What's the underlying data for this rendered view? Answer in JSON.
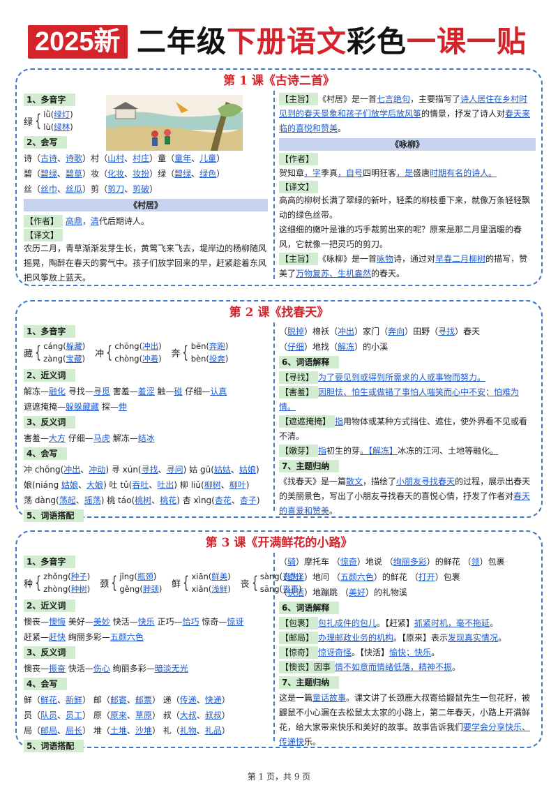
{
  "header": {
    "badge": "2025新",
    "t1": "二年级",
    "t2": "下册语文",
    "t3": "彩色",
    "t4": "一课一贴"
  },
  "l1": {
    "title": "第 1 课《古诗二首》",
    "h_poly": "1、多音字",
    "poly_char": "绿",
    "poly_r1": "lǜ(",
    "poly_w1": "绿灯",
    "poly_r2": "lù(",
    "poly_w2": "绿林",
    "h_write": "2、会写",
    "w1": [
      "诗（",
      "古诗",
      "、",
      "诗歌",
      "）村（",
      "山村",
      "、",
      "村庄",
      "）童（",
      "童年",
      "、",
      "儿童",
      "）"
    ],
    "w2": [
      "碧（",
      "碧绿",
      "、",
      "碧草",
      "）妆（",
      "化妆",
      "、",
      "妆扮",
      "）绿（",
      "碧绿",
      "、",
      "绿色",
      "）"
    ],
    "w3": [
      "丝（",
      "丝巾",
      "、",
      "丝瓜",
      "）剪（",
      "剪刀",
      "、",
      "剪破",
      "）"
    ],
    "sub1": "《村居》",
    "author_tag": "【作者】",
    "author_a": "高鼎",
    "author_b": "，",
    "author_c": "清",
    "author_d": "代后期诗人。",
    "yi_tag": "【译文】",
    "yi_text": "农历二月，青草渐渐发芽生长，黄莺飞来飞去，堤岸边的杨柳随风摇晃，陶醉在春天的雾气中。孩子们放学回来的早，赶紧趁着东风把风筝放上蓝天。",
    "r_zz_tag": "【主旨】",
    "r_zz": [
      "《村居》是一首",
      "七言绝句",
      "，主要描写了",
      "诗人居住在乡村时见到的春天景象和孩子们放学后放风筝",
      "的情景，抒发了诗人对",
      "春天来临的喜悦和赞美",
      "。"
    ],
    "sub2": "《咏柳》",
    "r_zz2_author_tag": "【作者】",
    "r_author": [
      "贺知章",
      "，字",
      "季真",
      "，自号",
      "四明狂客",
      "，是",
      "盛唐",
      "时期有名的诗人。"
    ],
    "r_yi_tag": "【译文】",
    "r_yi1": "高高的柳树长满了翠绿的新叶，轻柔的柳枝垂下来，就像万条轻轻飘动的绿色丝带。",
    "r_yi2": "这细细的嫩叶是谁的巧手裁剪出来的呢？原来是那二月里温暖的春风，它就像一把灵巧的剪刀。",
    "r_zz3_tag": "【主旨】",
    "r_zz3": [
      "《咏柳》是一首",
      "咏物",
      "诗，通过对",
      "早春二月柳树",
      "的描写，赞美了",
      "万物复苏、生机盎然",
      "的春天。"
    ]
  },
  "l2": {
    "title": "第 2 课《找春天》",
    "h1": "1、多音字",
    "p1": {
      "ch": "藏",
      "r1": "cáng(",
      "w1": "躲藏",
      "r2": "zàng(",
      "w2": "宝藏"
    },
    "p2": {
      "ch": "冲",
      "r1": "chōng(",
      "w1": "冲出",
      "r2": "chòng(",
      "w2": "冲着"
    },
    "p3": {
      "ch": "奔",
      "r1": "bēn(",
      "w1": "奔跑",
      "r2": "bèn(",
      "w2": "投奔"
    },
    "h2": "2、近义词",
    "syn1": [
      "解冻—",
      "融化",
      "  寻找—",
      "寻觅",
      "  害羞—",
      "羞涩",
      "  触—",
      "碰",
      "  仔细—",
      "认真"
    ],
    "syn2": [
      "遮遮掩掩—",
      "躲躲藏藏",
      "  探—",
      "伸"
    ],
    "h3": "3、反义词",
    "ant1": [
      "害羞—",
      "大方",
      "  仔细—",
      "马虎",
      "  解冻—",
      "结冰"
    ],
    "h4": "4、会写",
    "wr1": [
      "冲 chōng(",
      "冲出",
      "、",
      "冲动",
      ")  寻 xún(",
      "寻找",
      "、",
      "寻问",
      ")  姑 gū(",
      "姑姑",
      "、",
      "姑娘",
      ")"
    ],
    "wr2": [
      "娘(niáng ",
      "姑娘",
      "、",
      "大娘",
      ")  吐 tǔ(",
      "吞吐",
      "、",
      "吐出",
      ")  柳 liǔ(",
      "柳树",
      "、",
      "柳叶",
      ")"
    ],
    "wr3": [
      "荡 dàng(",
      "荡起",
      "、",
      "摇荡",
      ")  桃 táo(",
      "桃树",
      "、",
      "桃花",
      ")  杏 xìng(",
      "杏花",
      "、",
      "杏子",
      ")"
    ],
    "h5": "5、词语搭配",
    "r_c1": [
      "（",
      "脱掉",
      "）棉袄（",
      "冲出",
      "）家门（",
      "奔向",
      "）田野（",
      "寻找",
      "）春天"
    ],
    "r_c2": [
      "（",
      "仔细",
      "）地找（",
      "解冻",
      "）的小溪"
    ],
    "h6": "6、词语解释",
    "e1": [
      "【寻找】",
      "为了要见到或得到所需求的人或事物而努力。"
    ],
    "e2": [
      "【害羞】",
      "因胆怯、怕生或做错了事怕人嗤笑而心中不安；怕难为情。"
    ],
    "e3": [
      "【遮遮掩掩】",
      "指",
      "用物体或某种方式挡住、遮住，使外界看不见或看不清。"
    ],
    "e4": [
      "【嫩芽】",
      "指",
      "初生的芽",
      "。【解冻】",
      "冰冻的江河、土地等融化",
      "。"
    ],
    "h7": "7、主题归纳",
    "theme": [
      "《找春天》是一篇",
      "散文",
      "，描绘了",
      "小朋友寻找春天",
      "的过程，展示出春天的美丽景色，写出了小朋友寻找春天的喜悦心情，抒发了作者对",
      "春天的喜爱和赞美",
      "。"
    ]
  },
  "l3": {
    "title": "第 3 课《开满鲜花的小路》",
    "h1": "1、多音字",
    "p1": {
      "ch": "种",
      "r1": "zhǒng(",
      "w1": "种子",
      "r2": "zhòng(",
      "w2": "种树"
    },
    "p2": {
      "ch": "颈",
      "r1": "jǐng(",
      "w1": "瓶颈",
      "r2": "gěng(",
      "w2": "脖颈"
    },
    "p3": {
      "ch": "鲜",
      "r1": "xiān(",
      "w1": "鲜美",
      "r2": "xiǎn(",
      "w2": "浅鲜"
    },
    "p4": {
      "ch": "丧",
      "r1": "sàng(",
      "w1": "丧失",
      "r2": "sāng(",
      "w2": "丧事"
    },
    "h2": "2、近义词",
    "syn1": [
      "懊丧—",
      "懊悔",
      "  美好—",
      "美妙",
      "  快活—",
      "快乐",
      "  正巧—",
      "恰巧",
      "  惊奇—",
      "惊讶"
    ],
    "syn2": [
      "赶紧—",
      "赶快",
      "  绚丽多彩—",
      "五颜六色"
    ],
    "h3": "3、反义词",
    "ant1": [
      "懊丧—",
      "振奋",
      "  快活—",
      "伤心",
      "  绚丽多彩—",
      "暗淡无光"
    ],
    "h4": "4、会写",
    "wr1": [
      "鲜（",
      "鲜花",
      "、",
      "新鲜",
      "）   邮（",
      "邮寄",
      "、",
      "邮票",
      "）   递（",
      "传递",
      "、",
      "快递",
      "）"
    ],
    "wr2": [
      "员（",
      "队员",
      "、",
      "员工",
      "）   原（",
      "原来",
      "、",
      "草原",
      "）   叔（",
      "大叔",
      "、",
      "叔叔",
      "）"
    ],
    "wr3": [
      "局（",
      "邮局",
      "、",
      "局长",
      "）   堆（",
      "土堆",
      "、",
      "沙堆",
      "）   礼（",
      "礼物",
      "、",
      "礼品",
      "）"
    ],
    "h5": "5、词语搭配",
    "r_c1": [
      "（",
      "骑",
      "）摩托车  （",
      "惊奇",
      "）地说  （",
      "绚丽多彩",
      "）的鲜花  （",
      "领",
      "）包裹"
    ],
    "r_c2": [
      "（",
      "奇怪",
      "）地问  （",
      "五颜六色",
      "）的鲜花  （",
      "打开",
      "）包裹"
    ],
    "r_c3": [
      "（",
      "快活",
      "）地蹦跳  （",
      "美好",
      "）的礼物溪"
    ],
    "h6": "6、词语解释",
    "e1": [
      "【包裹】",
      "包扎成件的包儿",
      "。【赶紧】",
      "抓紧时机，毫不拖延",
      "。"
    ],
    "e2": [
      "【邮局】",
      "办理邮政业务的机构",
      "。【原来】表示",
      "发现真实情况",
      "。"
    ],
    "e3": [
      "【惊奇】",
      "惊讶奇怪",
      "。【快活】",
      "愉快；快乐",
      "。"
    ],
    "e4": [
      "【懊丧】因事",
      "情不如意而情绪低落，精神不振",
      "。"
    ],
    "h7": "7、主题归纳",
    "theme": [
      "这是一篇",
      "童话故事",
      "。课文讲了长颈鹿大叔寄给鼹鼠先生一包花籽，被鼹鼠不小心漏在去松鼠太太家的小路上，第二年春天，小路上开满鲜花，给大家带来快乐和美好的故事。故事告诉我们",
      "要学会分享快乐、传递快",
      "乐。"
    ]
  },
  "footer": "第 1 页，共 9 页"
}
